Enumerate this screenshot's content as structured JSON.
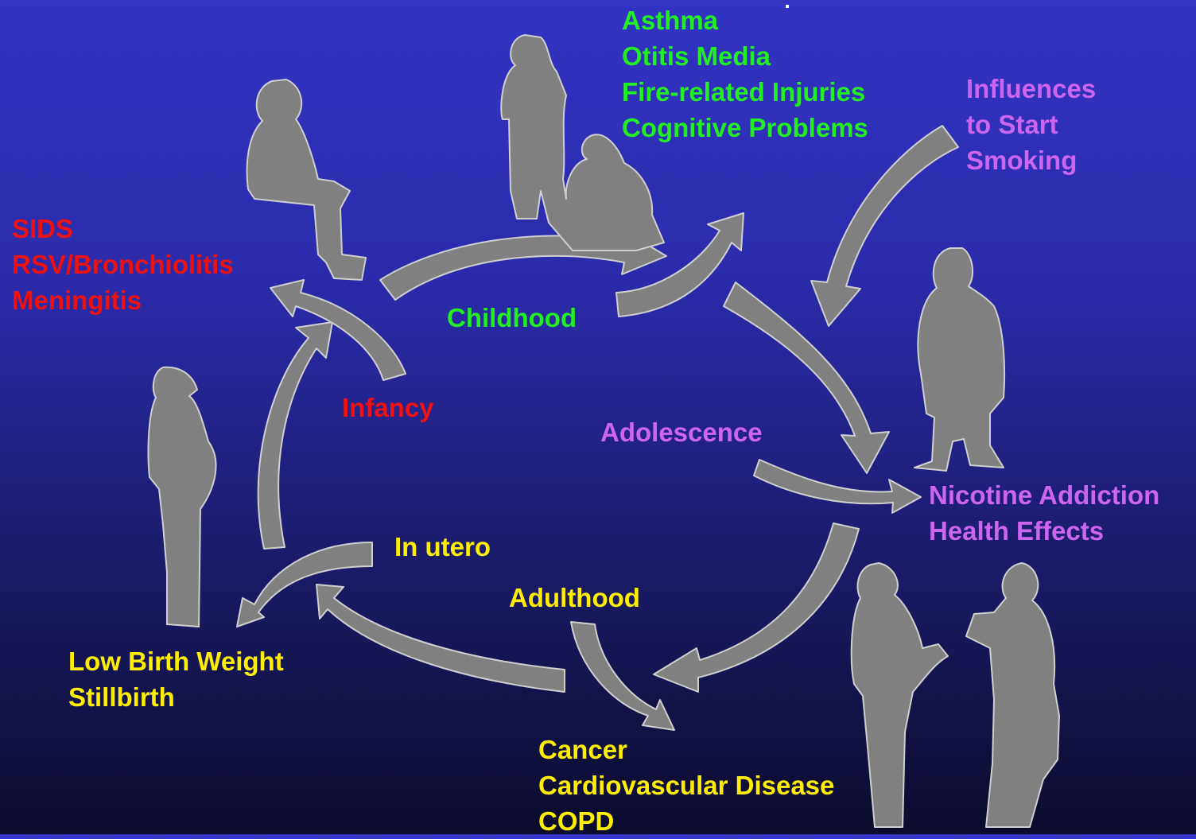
{
  "colors": {
    "background_top": "#3333c4",
    "background_bottom": "#0b0b2c",
    "figure_gray": "#808080",
    "childhood_green": "#22ee22",
    "infancy_red": "#ee1111",
    "adolescence_purple": "#cc66ee",
    "adult_yellow": "#ffee00"
  },
  "stages": {
    "childhood": "Childhood",
    "infancy": "Infancy",
    "adolescence": "Adolescence",
    "in_utero": "In utero",
    "adulthood": "Adulthood"
  },
  "effects": {
    "childhood": [
      "Asthma",
      "Otitis Media",
      "Fire-related Injuries",
      "Cognitive Problems"
    ],
    "infancy": [
      "SIDS",
      "RSV/Bronchiolitis",
      "Meningitis"
    ],
    "influences": [
      "Influences",
      "to Start",
      "Smoking"
    ],
    "adolescence": [
      "Nicotine Addiction",
      "Health Effects"
    ],
    "in_utero": [
      "Low Birth Weight",
      "Stillbirth"
    ],
    "adulthood": [
      "Cancer",
      "Cardiovascular Disease",
      "COPD"
    ]
  },
  "figures": [
    "seated-child-icon",
    "adult-with-child-icon",
    "teen-figure-icon",
    "pregnant-woman-icon",
    "adult-pair-smoking-icon"
  ]
}
